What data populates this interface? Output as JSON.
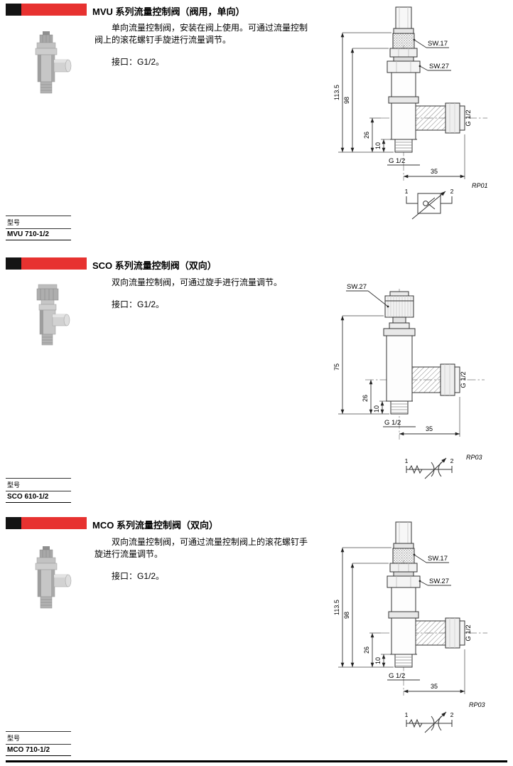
{
  "colors": {
    "accent_red": "#e73230",
    "bar_black": "#141414"
  },
  "sections": [
    {
      "title": "MVU 系列流量控制阀（阀用，单向）",
      "description": "单向流量控制阀，安装在阀上使用。可通过流量控制阀上的滚花螺钉手旋进行流量调节。",
      "port": "接口：G1/2。",
      "table": {
        "header": "型号",
        "model": "MVU 710-1/2"
      },
      "drawing": {
        "sw17": "SW.17",
        "sw27": "SW.27",
        "dim_total": "113.5",
        "dim_upper": "98",
        "dim_port_height": "26",
        "dim_thread": "10",
        "side_port": "G 1/2",
        "bottom_port": "G 1/2",
        "dim_width": "35",
        "ref": "RP01",
        "port1": "1",
        "port2": "2"
      }
    },
    {
      "title": "SCO 系列流量控制阀（双向）",
      "description": "双向流量控制阀，可通过旋手进行流量调节。",
      "port": "接口：G1/2。",
      "table": {
        "header": "型号",
        "model": "SCO 610-1/2"
      },
      "drawing": {
        "sw27": "SW.27",
        "dim_total": "75",
        "dim_port_height": "26",
        "dim_thread": "10",
        "side_port": "G 1/2",
        "bottom_port": "G 1/2",
        "dim_width": "35",
        "ref": "RP03",
        "port1": "1",
        "port2": "2"
      }
    },
    {
      "title": "MCO 系列流量控制阀（双向）",
      "description": "双向流量控制阀，可通过流量控制阀上的滚花螺钉手旋进行流量调节。",
      "port": "接口：G1/2。",
      "table": {
        "header": "型号",
        "model": "MCO 710-1/2"
      },
      "drawing": {
        "sw17": "SW.17",
        "sw27": "SW.27",
        "dim_total": "113.5",
        "dim_upper": "98",
        "dim_port_height": "26",
        "dim_thread": "10",
        "side_port": "G 1/2",
        "bottom_port": "G 1/2",
        "dim_width": "35",
        "ref": "RP03",
        "port1": "1",
        "port2": "2"
      }
    }
  ]
}
